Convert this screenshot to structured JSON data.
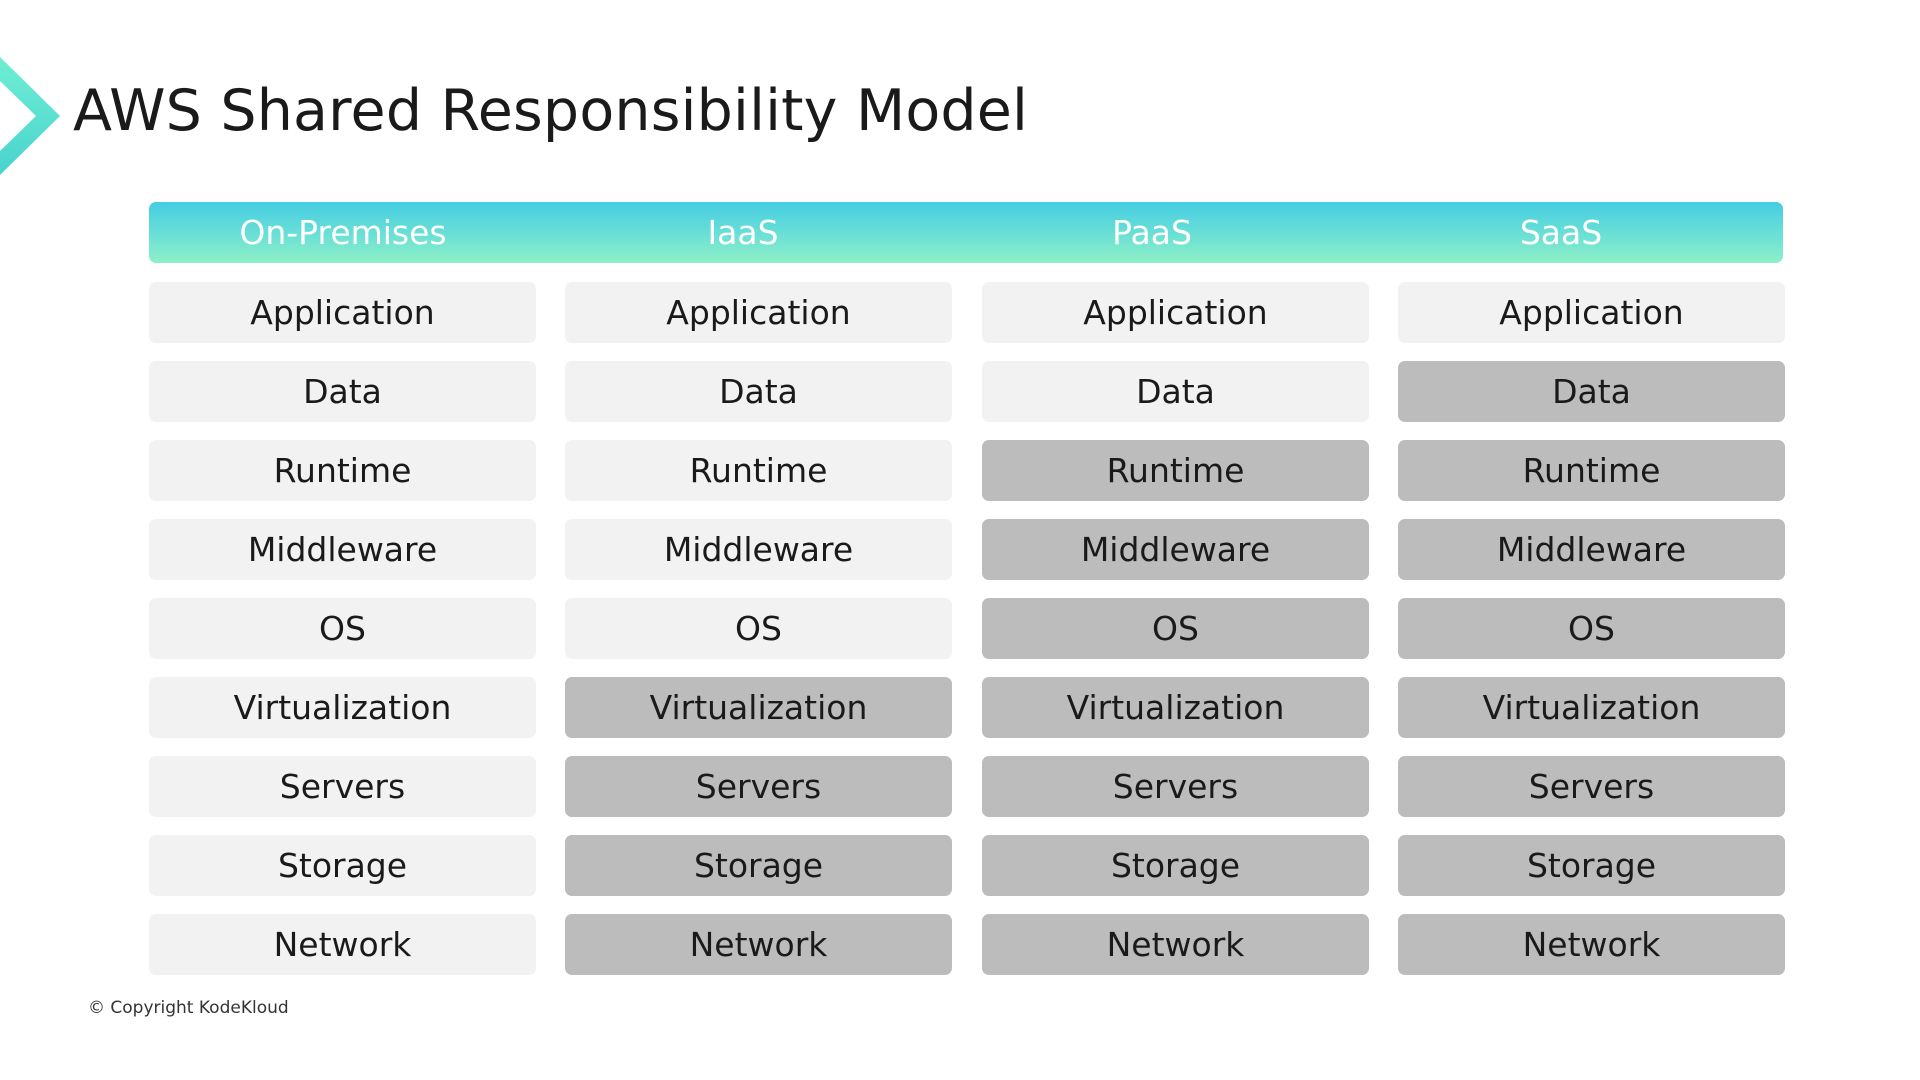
{
  "title": "AWS Shared Responsibility Model",
  "colors": {
    "header_gradient_top": "#45cde2",
    "header_gradient_bottom": "#8ef0c6",
    "customer_managed_cell": "#f2f2f2",
    "provider_managed_cell": "#bcbcbc",
    "chevron": "#5ee6cf"
  },
  "columns": [
    {
      "label": "On-Premises",
      "cells": [
        {
          "label": "Application",
          "managed_by": "customer"
        },
        {
          "label": "Data",
          "managed_by": "customer"
        },
        {
          "label": "Runtime",
          "managed_by": "customer"
        },
        {
          "label": "Middleware",
          "managed_by": "customer"
        },
        {
          "label": "OS",
          "managed_by": "customer"
        },
        {
          "label": "Virtualization",
          "managed_by": "customer"
        },
        {
          "label": "Servers",
          "managed_by": "customer"
        },
        {
          "label": "Storage",
          "managed_by": "customer"
        },
        {
          "label": "Network",
          "managed_by": "customer"
        }
      ]
    },
    {
      "label": "IaaS",
      "cells": [
        {
          "label": "Application",
          "managed_by": "customer"
        },
        {
          "label": "Data",
          "managed_by": "customer"
        },
        {
          "label": "Runtime",
          "managed_by": "customer"
        },
        {
          "label": "Middleware",
          "managed_by": "customer"
        },
        {
          "label": "OS",
          "managed_by": "customer"
        },
        {
          "label": "Virtualization",
          "managed_by": "provider"
        },
        {
          "label": "Servers",
          "managed_by": "provider"
        },
        {
          "label": "Storage",
          "managed_by": "provider"
        },
        {
          "label": "Network",
          "managed_by": "provider"
        }
      ]
    },
    {
      "label": "PaaS",
      "cells": [
        {
          "label": "Application",
          "managed_by": "customer"
        },
        {
          "label": "Data",
          "managed_by": "customer"
        },
        {
          "label": "Runtime",
          "managed_by": "provider"
        },
        {
          "label": "Middleware",
          "managed_by": "provider"
        },
        {
          "label": "OS",
          "managed_by": "provider"
        },
        {
          "label": "Virtualization",
          "managed_by": "provider"
        },
        {
          "label": "Servers",
          "managed_by": "provider"
        },
        {
          "label": "Storage",
          "managed_by": "provider"
        },
        {
          "label": "Network",
          "managed_by": "provider"
        }
      ]
    },
    {
      "label": "SaaS",
      "cells": [
        {
          "label": "Application",
          "managed_by": "customer"
        },
        {
          "label": "Data",
          "managed_by": "provider"
        },
        {
          "label": "Runtime",
          "managed_by": "provider"
        },
        {
          "label": "Middleware",
          "managed_by": "provider"
        },
        {
          "label": "OS",
          "managed_by": "provider"
        },
        {
          "label": "Virtualization",
          "managed_by": "provider"
        },
        {
          "label": "Servers",
          "managed_by": "provider"
        },
        {
          "label": "Storage",
          "managed_by": "provider"
        },
        {
          "label": "Network",
          "managed_by": "provider"
        }
      ]
    }
  ],
  "footer": {
    "copyright": "© Copyright KodeKloud"
  }
}
